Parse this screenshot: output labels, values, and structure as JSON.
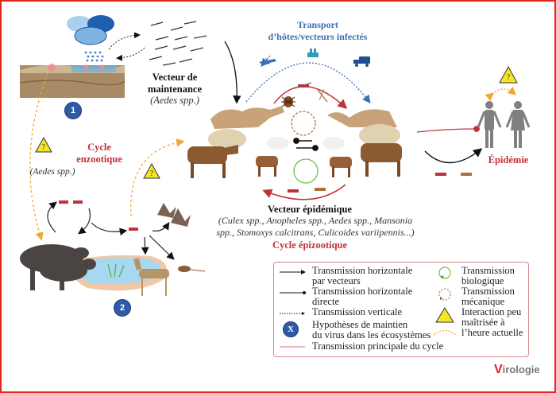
{
  "diagram": {
    "labels": {
      "maintenance_vector_title": "Vecteur de maintenance",
      "maintenance_vector_line1": "Vecteur de",
      "maintenance_vector_line2": "maintenance",
      "maintenance_vector_species": "(Aedes spp.)",
      "transport_line1": "Transport",
      "transport_line2": "d’hôtes/vecteurs infectés",
      "enzootic_line1": "Cycle",
      "enzootic_line2": "enzootique",
      "enzootic_species": "(Aedes spp.)",
      "epidemic_vector_title": "Vecteur épidémique",
      "epidemic_vector_species_line1": "(Culex spp., Anopheles spp., Aedes spp., Mansonia",
      "epidemic_vector_species_line2": "spp., Stomoxys calcitrans, Culicoides variipennis...)",
      "epizootic_cycle": "Cycle épizootique",
      "epidemic": "Épidémie"
    },
    "badges": {
      "site1": "1",
      "site2": "2"
    },
    "warning_symbol": "?",
    "icons": [
      "cloud-icon",
      "rain-icon",
      "soil-icon",
      "mosquito-swarm-icon",
      "airplane-icon",
      "ship-icon",
      "truck-icon",
      "camel-icon",
      "sheep-icon",
      "cow-icon",
      "goat-icon",
      "tick-icon",
      "mosquito-icon",
      "buffalo-icon",
      "pond-icon",
      "gazelle-icon",
      "rodent-icon",
      "bat-icon",
      "human-male-icon",
      "human-female-icon",
      "warning-triangle-icon"
    ],
    "colors": {
      "frame": "#e3241f",
      "principal_transmission": "#c0333a",
      "transport": "#3a6fb5",
      "uncertain_interaction": "#f0a830",
      "biological": "#6cc24a",
      "mechanical": "#b07040",
      "badge": "#2f5aa8",
      "warning": "#f5e625"
    }
  },
  "legend": {
    "items": [
      {
        "key": "horizontal_vector",
        "line1": "Transmission horizontale",
        "line2": "par vecteurs"
      },
      {
        "key": "horizontal_direct",
        "line1": "Transmission horizontale",
        "line2": "directe"
      },
      {
        "key": "vertical",
        "line1": "Transmission verticale"
      },
      {
        "key": "hypotheses",
        "symbol": "X",
        "line1": "Hypothèses de maintien",
        "line2": "du virus dans les écosystèmes"
      },
      {
        "key": "principal",
        "line1": "Transmission principale du cycle"
      },
      {
        "key": "biological",
        "line1": "Transmission",
        "line2": "biologique"
      },
      {
        "key": "mechanical",
        "line1": "Transmission",
        "line2": "mécanique"
      },
      {
        "key": "uncertain",
        "line1": "Interaction peu",
        "line2": "maîtrisée à",
        "line3": "l’heure actuelle"
      }
    ]
  },
  "logo": {
    "v": "V",
    "rest": "irologie"
  }
}
